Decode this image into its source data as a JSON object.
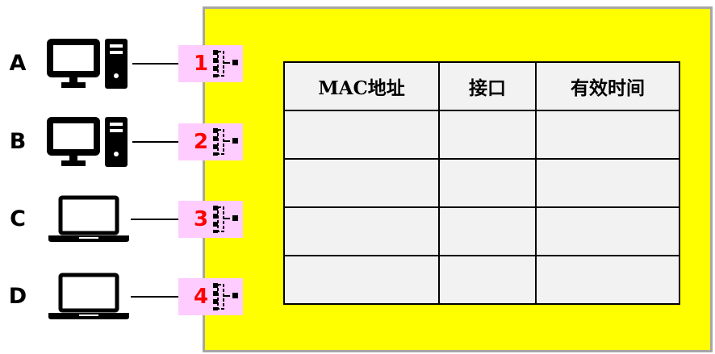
{
  "hosts": [
    {
      "label": "A",
      "type": "desktop",
      "port": "1"
    },
    {
      "label": "B",
      "type": "desktop",
      "port": "2"
    },
    {
      "label": "C",
      "type": "laptop",
      "port": "3"
    },
    {
      "label": "D",
      "type": "laptop",
      "port": "4"
    }
  ],
  "table": {
    "headers": [
      "MAC地址",
      "接口",
      "有效时间"
    ],
    "rows": [
      [
        "",
        "",
        ""
      ],
      [
        "",
        "",
        ""
      ],
      [
        "",
        "",
        ""
      ],
      [
        "",
        "",
        ""
      ]
    ]
  },
  "colors": {
    "switch_fill": "#ffff00",
    "switch_border": "#a6a6a6",
    "port_fill": "#ffccff",
    "port_number": "#ff0000",
    "table_fill": "#f2f2f2"
  },
  "icons": [
    "desktop-computer-icon",
    "laptop-icon",
    "ethernet-port-icon"
  ]
}
